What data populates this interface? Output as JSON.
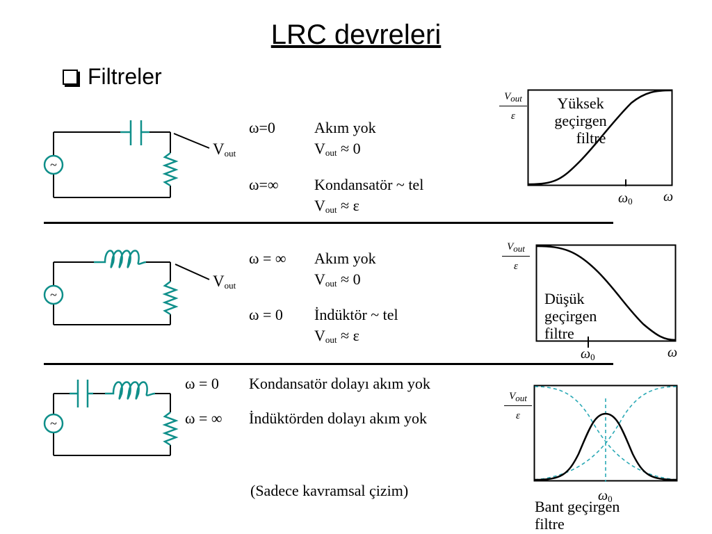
{
  "title": "LRC devreleri",
  "bullet": "Filtreler",
  "highpass": {
    "vout_base": "V",
    "vout_sub": "out",
    "cond1": "ω=0",
    "cond1_line1": "Akım yok",
    "cond1_line2_base": "V",
    "cond1_line2_sub": "out",
    "cond1_line2_rest": " ≈ 0",
    "cond2": "ω=∞",
    "cond2_line1": "Kondansatör  ~ tel",
    "cond2_line2_base": "V",
    "cond2_line2_sub": "out",
    "cond2_line2_rest": " ≈ ε",
    "graph_label": [
      "Yüksek",
      "geçirgen",
      "filtre"
    ],
    "y_num": "V",
    "y_num_sub": "out",
    "y_den": "ε",
    "x_omega0": "ω",
    "x_omega0_sub": "0",
    "x_omega": "ω"
  },
  "lowpass": {
    "vout_base": "V",
    "vout_sub": "out",
    "cond1": "ω = ∞",
    "cond1_line1": "Akım yok",
    "cond1_line2_base": "V",
    "cond1_line2_sub": "out",
    "cond1_line2_rest": " ≈ 0",
    "cond2": "ω = 0",
    "cond2_line1": "İndüktör  ~ tel",
    "cond2_line2_base": "V",
    "cond2_line2_sub": "out",
    "cond2_line2_rest": " ≈ ε",
    "graph_label": [
      "Düşük",
      "geçirgen",
      "filtre"
    ],
    "y_num": "V",
    "y_num_sub": "out",
    "y_den": "ε",
    "x_omega0": "ω",
    "x_omega0_sub": "0",
    "x_omega": "ω"
  },
  "bandpass": {
    "cond1": "ω = 0",
    "cond1_text": "Kondansatör dolayı akım yok",
    "cond2": "ω = ∞",
    "cond2_text": "İndüktörden dolayı akım yok",
    "note": "(Sadece kavramsal çizim)",
    "graph_label": [
      "Bant geçirgen",
      "filtre"
    ],
    "y_num": "V",
    "y_num_sub": "out",
    "y_den": "ε",
    "x_omega0": "ω",
    "x_omega0_sub": "0"
  },
  "source_symbol": "~",
  "colors": {
    "circuit_accent": "#0f8f8a",
    "dashed_curve": "#2aa9b5",
    "ink": "#000000"
  }
}
